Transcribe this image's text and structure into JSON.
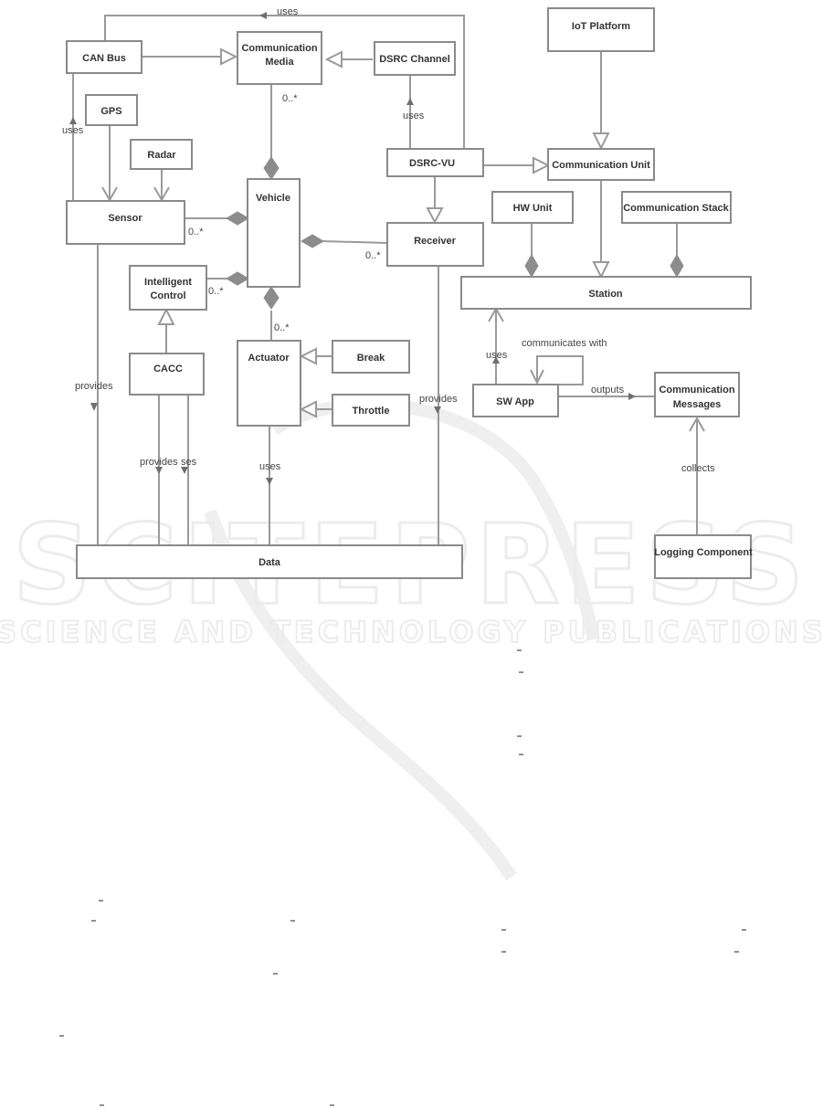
{
  "watermark": {
    "main": "SCITEPRESS",
    "sub": "SCIENCE AND TECHNOLOGY PUBLICATIONS"
  },
  "classes": {
    "can_bus": "CAN Bus",
    "comm_media_1": "Communication",
    "comm_media_2": "Media",
    "dsrc_channel": "DSRC Channel",
    "iot_platform": "IoT Platform",
    "gps": "GPS",
    "radar": "Radar",
    "dsrc_vu": "DSRC-VU",
    "comm_unit": "Communication Unit",
    "sensor": "Sensor",
    "vehicle": "Vehicle",
    "receiver": "Receiver",
    "hw_unit": "HW Unit",
    "comm_stack": "Communication Stack",
    "station": "Station",
    "intelligent_control_1": "Intelligent",
    "intelligent_control_2": "Control",
    "cacc": "CACC",
    "actuator": "Actuator",
    "break": "Break",
    "throttle": "Throttle",
    "sw_app": "SW App",
    "comm_messages_1": "Communication",
    "comm_messages_2": "Messages",
    "logging": "Logging Component",
    "data": "Data"
  },
  "labels": {
    "uses_top": "uses",
    "uses_can": "uses",
    "uses_dsrc": "uses",
    "uses_station": "uses",
    "uses_actuator": "uses",
    "communicates_with": "communicates with",
    "outputs": "outputs",
    "collects": "collects",
    "provides_sensor": "provides",
    "provides_cacc": "provides",
    "ses_cacc": "ses",
    "provides_receiver": "provides"
  },
  "multiplicities": {
    "media": "0..*",
    "sensor": "0..*",
    "receiver": "0..*",
    "control": "0..*",
    "actuator": "0..*"
  }
}
